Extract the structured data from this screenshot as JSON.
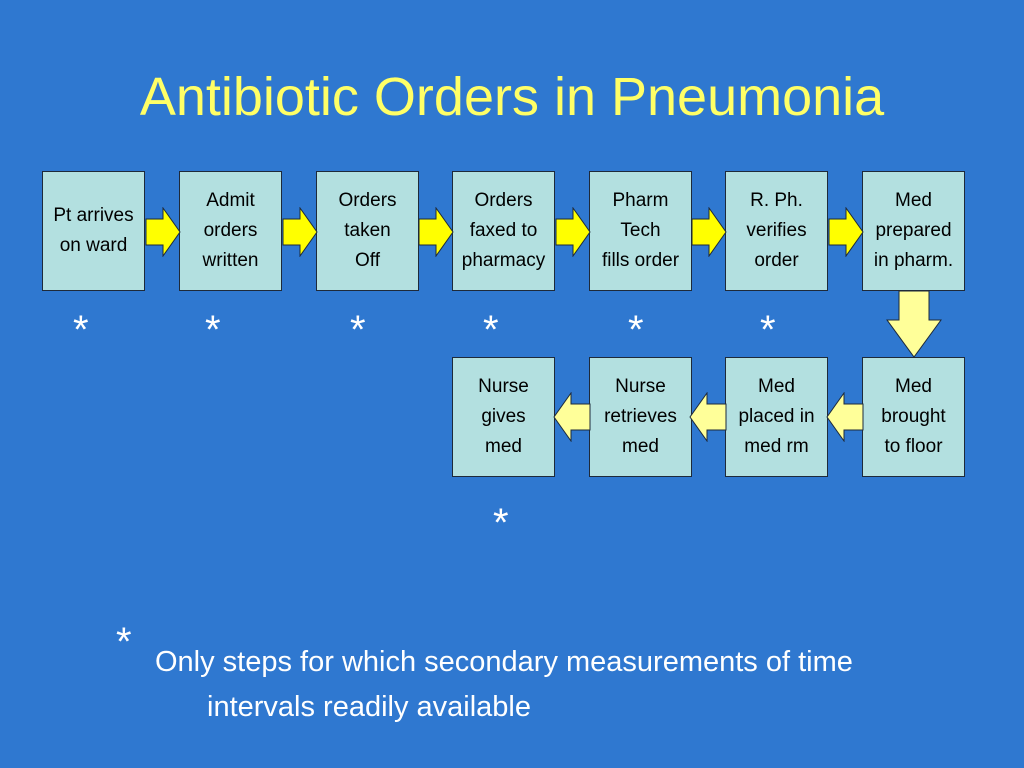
{
  "slide": {
    "title": "Antibiotic Orders in Pneumonia",
    "colors": {
      "background": "#2f78d0",
      "title": "#ffff66",
      "box_fill": "#b3e0e0",
      "arrow_fill_main": "#ffff00",
      "arrow_fill_return": "#ffff99"
    },
    "top_row_steps": [
      "Pt arrives\non ward",
      "Admit\norders\nwritten",
      "Orders\ntaken\nOff",
      "Orders\nfaxed to\npharmacy",
      "Pharm\nTech\nfills order",
      "R. Ph.\nverifies\norder",
      "Med\nprepared\nin pharm."
    ],
    "bottom_row_steps": [
      "Nurse\ngives\nmed",
      "Nurse\nretrieves\nmed",
      "Med\nplaced in\nmed rm",
      "Med\nbrought\nto floor"
    ],
    "star_symbol": "*",
    "footnote_line1": "Only steps for which secondary measurements of time",
    "footnote_line2": "intervals readily available"
  }
}
